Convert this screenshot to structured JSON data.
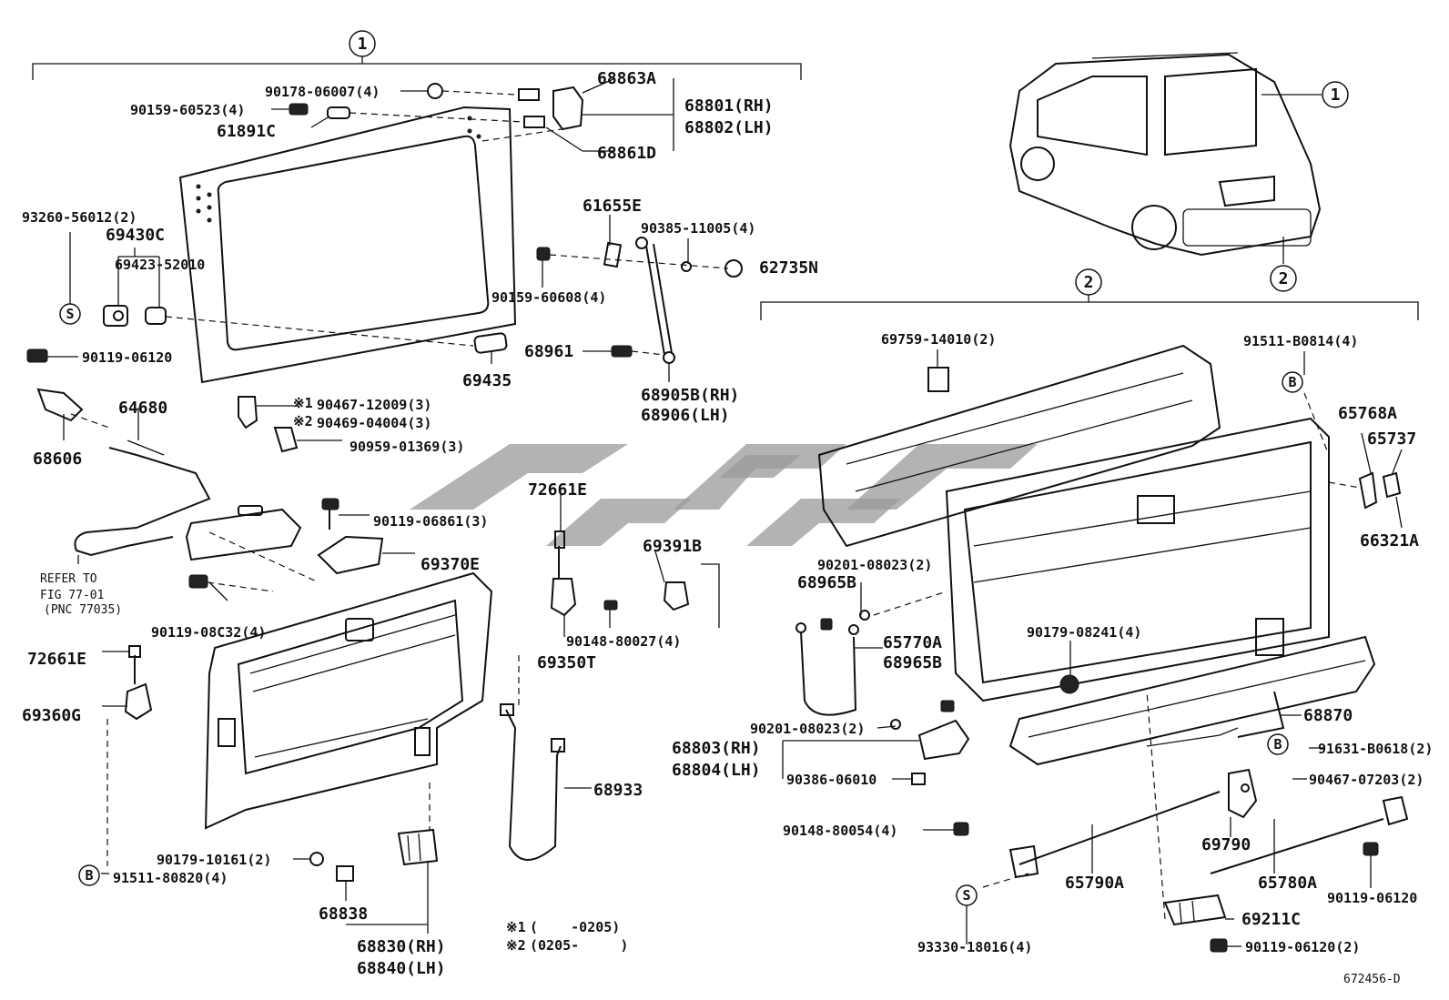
{
  "callouts": {
    "c1_top": "1",
    "c1_car": "1",
    "c2_car": "2",
    "c2_mid": "2",
    "s_left": "S",
    "s_bottom": "S",
    "b_left": "B",
    "b_right_top": "B",
    "b_right_mid": "B"
  },
  "parts": {
    "p_90178": "90178-06007(4)",
    "p_90159a": "90159-60523(4)",
    "p_61891c": "61891C",
    "p_68863a": "68863A",
    "p_68801": "68801(RH)",
    "p_68802": "68802(LH)",
    "p_68861d": "68861D",
    "p_93260": "93260-56012(2)",
    "p_69430c": "69430C",
    "p_69423": "69423-52010",
    "p_61655e": "61655E",
    "p_90385": "90385-11005(4)",
    "p_62735n": "62735N",
    "p_90159b": "90159-60608(4)",
    "p_90119_06120a": "90119-06120",
    "p_69435": "69435",
    "p_68961": "68961",
    "p_68905b": "68905B(RH)",
    "p_68906": "68906(LH)",
    "p_64680": "64680",
    "p_90467": "90467-12009(3)",
    "p_90469": "90469-04004(3)",
    "p_mark1": "※1",
    "p_mark2": "※2",
    "p_68606": "68606",
    "p_90959": "90959-01369(3)",
    "p_72661e_a": "72661E",
    "p_90119_06861": "90119-06861(3)",
    "p_69391b": "69391B",
    "p_69370e": "69370E",
    "p_refer1": "REFER TO",
    "p_refer2": "FIG 77-01",
    "p_refer3": "(PNC 77035)",
    "p_90119_08c32": "90119-08C32(4)",
    "p_90148_80027": "90148-80027(4)",
    "p_69350t": "69350T",
    "p_72661e_b": "72661E",
    "p_69360g": "69360G",
    "p_68933": "68933",
    "p_90179_10161": "90179-10161(2)",
    "p_91511_80820": "91511-80820(4)",
    "p_68838": "68838",
    "p_68830": "68830(RH)",
    "p_68840": "68840(LH)",
    "p_note1_mark": "※1",
    "p_note1": "(    -0205)",
    "p_note2_mark": "※2",
    "p_note2": "(0205-     )",
    "p_69759": "69759-14010(2)",
    "p_91511_b0814": "91511-B0814(4)",
    "p_65768a": "65768A",
    "p_65737": "65737",
    "p_66321a": "66321A",
    "p_90201_a": "90201-08023(2)",
    "p_68965b_a": "68965B",
    "p_65770a": "65770A",
    "p_68965b_b": "68965B",
    "p_90179_08241": "90179-08241(4)",
    "p_90201_b": "90201-08023(2)",
    "p_68870": "68870",
    "p_68803": "68803(RH)",
    "p_68804": "68804(LH)",
    "p_91631": "91631-B0618(2)",
    "p_90386": "90386-06010",
    "p_90467_07203": "90467-07203(2)",
    "p_90148_80054": "90148-80054(4)",
    "p_69790": "69790",
    "p_65790a": "65790A",
    "p_65780a": "65780A",
    "p_90119_06120b": "90119-06120",
    "p_93330": "93330-18016(4)",
    "p_69211c": "69211C",
    "p_90119_06120c": "90119-06120(2)",
    "p_fig_id": "672456-D"
  }
}
